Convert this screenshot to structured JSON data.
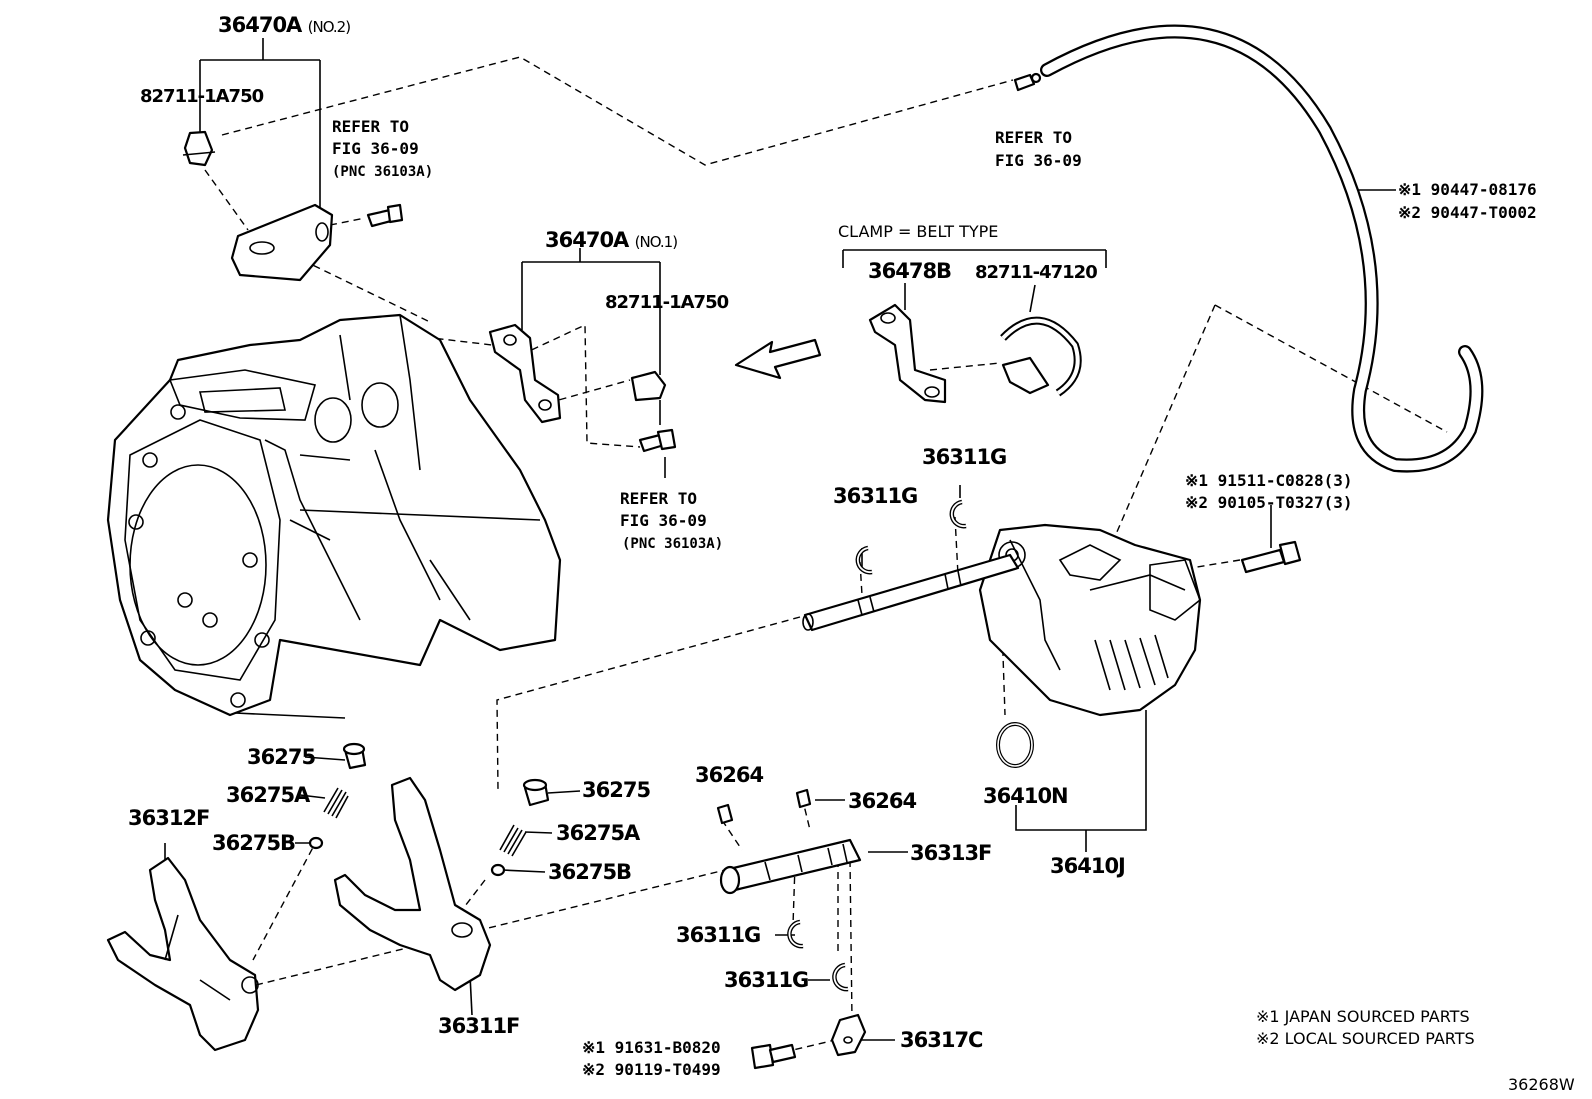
{
  "callouts": {
    "bracket_no2": {
      "part": "36470A",
      "qualifier": "(NO.2)"
    },
    "clip_no2": "82711-1A750",
    "refer_top_left": {
      "line1": "REFER TO",
      "line2": "FIG 36-09",
      "line3": "(PNC 36103A)"
    },
    "refer_top_center": {
      "line1": "REFER TO",
      "line2": "FIG 36-09"
    },
    "hose": {
      "line1": "※1 90447-08176",
      "line2": "※2 90447-T0002"
    },
    "bracket_no1": {
      "part": "36470A",
      "qualifier": "(NO.1)"
    },
    "clip_no1": "82711-1A750",
    "refer_mid": {
      "line1": "REFER TO",
      "line2": "FIG 36-09",
      "line3": "(PNC 36103A)"
    },
    "clamp_note": "CLAMP = BELT TYPE",
    "clamp_bracket": "36478B",
    "clamp_band": "82711-47120",
    "snap_ring_upper_left": "36311G",
    "snap_ring_upper_right": "36311G",
    "bolt_right": {
      "line1": "※1 91511-C0828(3)",
      "line2": "※2 90105-T0327(3)"
    },
    "o_ring": "36410N",
    "housing_assy": "36410J",
    "plug_left": "36275",
    "spring_left": "36275A",
    "ball_left": "36275B",
    "fork_left": "36312F",
    "plug_mid": "36275",
    "spring_mid": "36275A",
    "ball_mid": "36275B",
    "fork_mid": "36311F",
    "pin_left": "36264",
    "pin_right": "36264",
    "shaft_lower": "36313F",
    "snap_ring_lower_1": "36311G",
    "snap_ring_lower_2": "36311G",
    "stopper": "36317C",
    "bolt_lower": {
      "line1": "※1 91631-B0820",
      "line2": "※2 90119-T0499"
    }
  },
  "legend": {
    "note1": "※1 JAPAN SOURCED PARTS",
    "note2": "※2 LOCAL SOURCED PARTS"
  },
  "figure_id": "36268W"
}
